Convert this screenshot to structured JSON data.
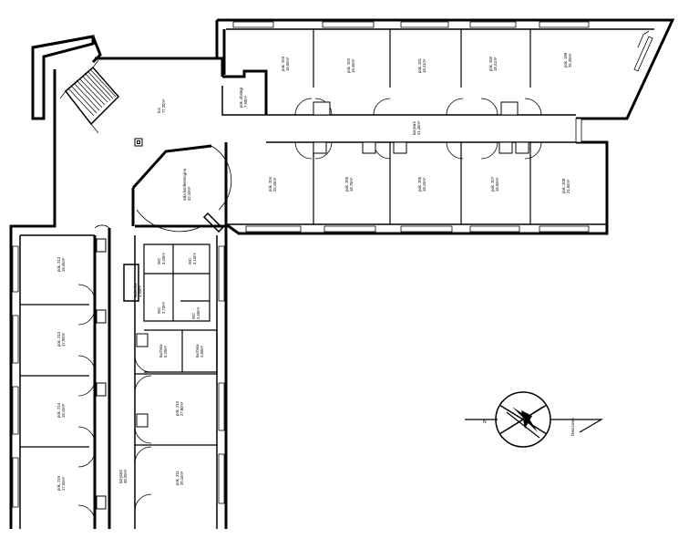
{
  "rooms": [
    {
      "id": "r01",
      "name": "pok. 203",
      "area": "18,00m²"
    },
    {
      "id": "r02",
      "name": "pok. 202",
      "area": "19,40m²"
    },
    {
      "id": "r03",
      "name": "pok. 201",
      "area": "18,41m²"
    },
    {
      "id": "r04",
      "name": "pok. 200",
      "area": "18,41m²"
    },
    {
      "id": "r05",
      "name": "pok. 199",
      "area": "26,20m²"
    },
    {
      "id": "r06",
      "name": "pok. 204",
      "area": "25,18m²"
    },
    {
      "id": "r07",
      "name": "pok. 205",
      "area": "18,75m²"
    },
    {
      "id": "r08",
      "name": "pok. 206",
      "area": "18,15m²"
    },
    {
      "id": "r09",
      "name": "pok. 207",
      "area": "18,60m²"
    },
    {
      "id": "r10",
      "name": "pok. 208",
      "area": "21,50m²"
    },
    {
      "id": "r11",
      "name": "pok. 212",
      "area": "19,46m²"
    },
    {
      "id": "r12",
      "name": "pok. 213",
      "area": "17,90m²"
    },
    {
      "id": "r13",
      "name": "pok. 214",
      "area": "18,10m²"
    },
    {
      "id": "r14",
      "name": "pok. 215",
      "area": "17,50m²"
    },
    {
      "id": "r15",
      "name": "pok. 210",
      "area": "27,80m²"
    },
    {
      "id": "r16",
      "name": "pok. 211",
      "area": "26,10m²"
    },
    {
      "id": "r17",
      "name": "hol",
      "area": "77,20m²"
    },
    {
      "id": "r18",
      "name": "sala konferencyjna",
      "area": "32,10m²"
    },
    {
      "id": "r19",
      "name": "pok. obsługi",
      "area": "7,90m²"
    },
    {
      "id": "r20",
      "name": "korytarz",
      "area": "41,40m²"
    },
    {
      "id": "r21",
      "name": "korytarz",
      "area": "38,20m²"
    },
    {
      "id": "r22",
      "name": "WC",
      "area": "3,20m²"
    },
    {
      "id": "r23",
      "name": "WC",
      "area": "3,10m²"
    },
    {
      "id": "r24",
      "name": "WC",
      "area": "2,70m²"
    },
    {
      "id": "r25",
      "name": "WC",
      "area": "2,60m²"
    },
    {
      "id": "r26",
      "name": "kuchnia",
      "area": "5,20m²"
    },
    {
      "id": "r27",
      "name": "kuchnia",
      "area": "4,80m²"
    },
    {
      "id": "r28",
      "name": "łazienka",
      "area": "3,90m²"
    }
  ],
  "north_arrow": {
    "label": "N",
    "scale_note": "Dworcowa"
  }
}
